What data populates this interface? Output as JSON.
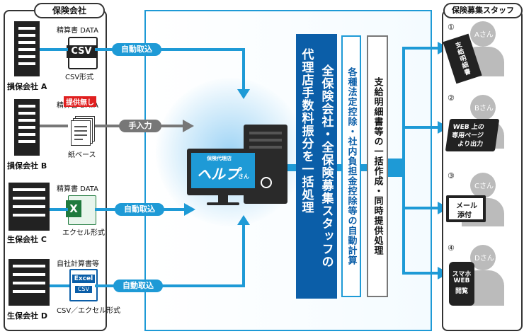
{
  "insurers": {
    "title": "保険会社",
    "companies": [
      {
        "name": "損保会社 A",
        "doc": "精算書 DATA",
        "format": "CSV形式",
        "icon": "CSV",
        "action": "自動取込"
      },
      {
        "name": "損保会社 B",
        "doc": "精算書 DATA",
        "badge": "提供無し",
        "format": "紙ベース",
        "action": "手入力"
      },
      {
        "name": "生保会社 C",
        "doc": "精算書 DATA",
        "format": "エクセル形式",
        "icon": "X",
        "action": "自動取込"
      },
      {
        "name": "生保会社 D",
        "doc": "自社計算書等",
        "format": "CSV／エクセル形式",
        "icon": "Excel",
        "icon_sub": "CSV",
        "action": "自動取込"
      }
    ]
  },
  "system": {
    "logo_small": "保険代理店",
    "logo": "ヘルプ",
    "logo_suffix": "さん"
  },
  "processing": {
    "main": "全保険会社・全保険募集スタッフの代理店手数料振分を一括処理",
    "col1": "全保険会社・全保険募集スタッフの",
    "col2": "代理店手数料振分を一括処理",
    "deduction": "各種法定控除・社内負担金控除等の自動計算",
    "statement": "支給明細書等の一括作成・同時提供処理"
  },
  "staff": {
    "title": "保険募集スタッフ",
    "members": [
      {
        "num": "①",
        "name": "Aさん",
        "device": "支給明細書"
      },
      {
        "num": "②",
        "name": "Bさん",
        "device": "WEB 上の専用ページより出力",
        "device_l1": "WEB 上の",
        "device_l2": "専用ページ",
        "device_l3": "より出力"
      },
      {
        "num": "③",
        "name": "Cさん",
        "device": "メール添付",
        "device_l1": "メール",
        "device_l2": "添付"
      },
      {
        "num": "④",
        "name": "Dさん",
        "device": "スマホWEB閲覧",
        "device_l1": "スマホ",
        "device_l2": "WEB",
        "device_l3": "閲覧"
      }
    ]
  },
  "colors": {
    "accent": "#1e9ad6",
    "dark_blue": "#0b5ea8",
    "gray": "#777777",
    "red": "#e02020"
  }
}
